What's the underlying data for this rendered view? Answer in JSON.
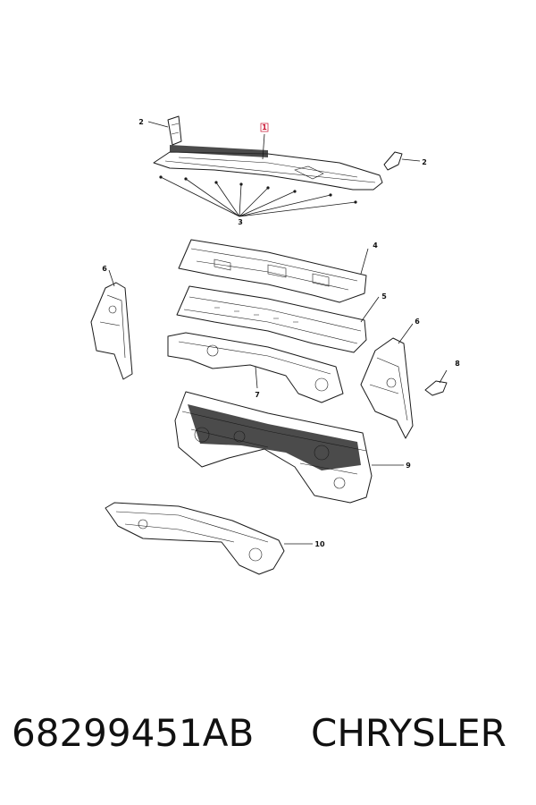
{
  "callouts": {
    "c1": "1",
    "c2a": "2",
    "c2b": "2",
    "c3": "3",
    "c4": "4",
    "c5": "5",
    "c6a": "6",
    "c6b": "6",
    "c7": "7",
    "c8": "8",
    "c9": "9",
    "c10": "10"
  },
  "footer": {
    "part_number": "68299451AB",
    "brand": "CHRYSLER"
  },
  "colors": {
    "highlight": "#c8102e",
    "line": "#1a1a1a"
  }
}
